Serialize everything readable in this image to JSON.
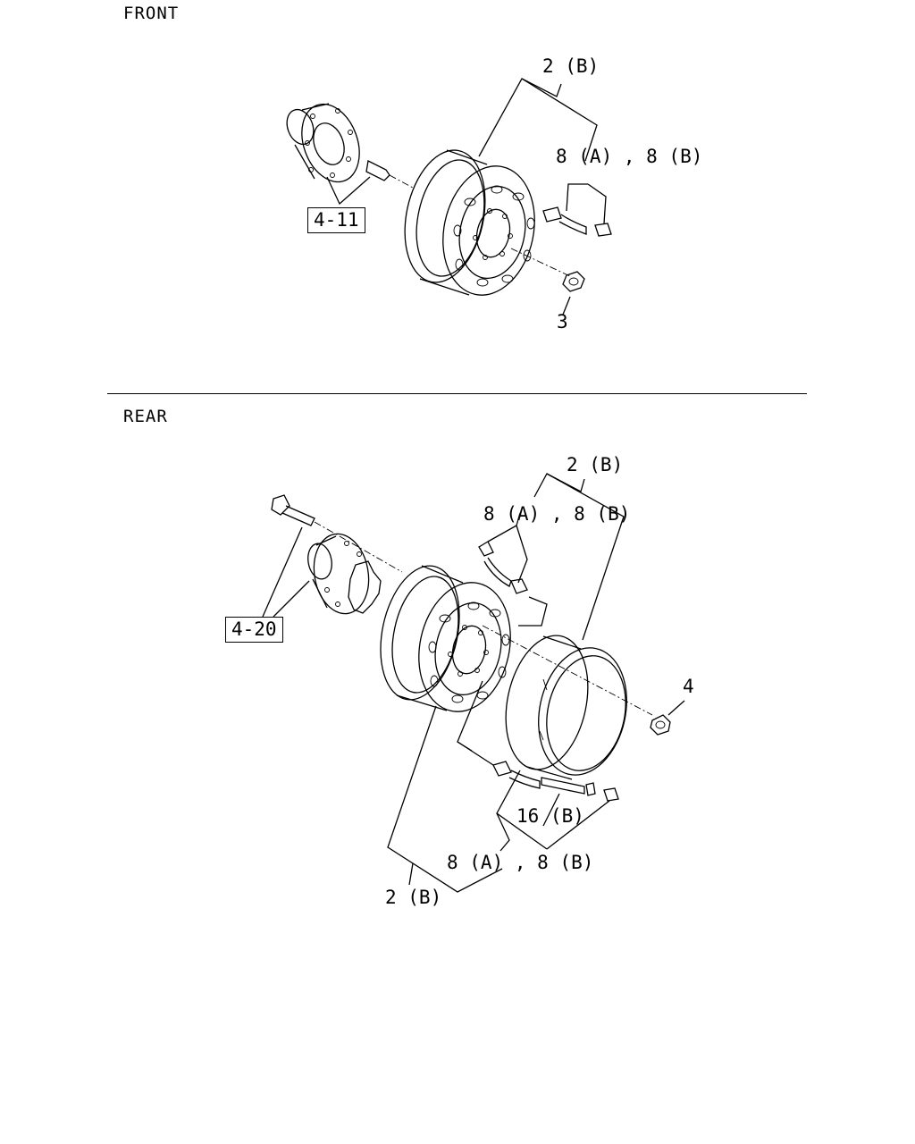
{
  "sections": {
    "front": {
      "title": "FRONT",
      "callouts": {
        "wheel_rim": "2 (B)",
        "valve": "8 (A) , 8 (B)",
        "nut": "3",
        "hub_ref": "4-11"
      }
    },
    "rear": {
      "title": "REAR",
      "callouts": {
        "outer_rim_top": "2 (B)",
        "valve_top": "8 (A) , 8 (B)",
        "nut": "4",
        "hub_ref": "4-20",
        "extension": "16 (B)",
        "valve_bottom": "8 (A) , 8 (B)",
        "inner_rim_bottom": "2 (B)"
      }
    }
  }
}
